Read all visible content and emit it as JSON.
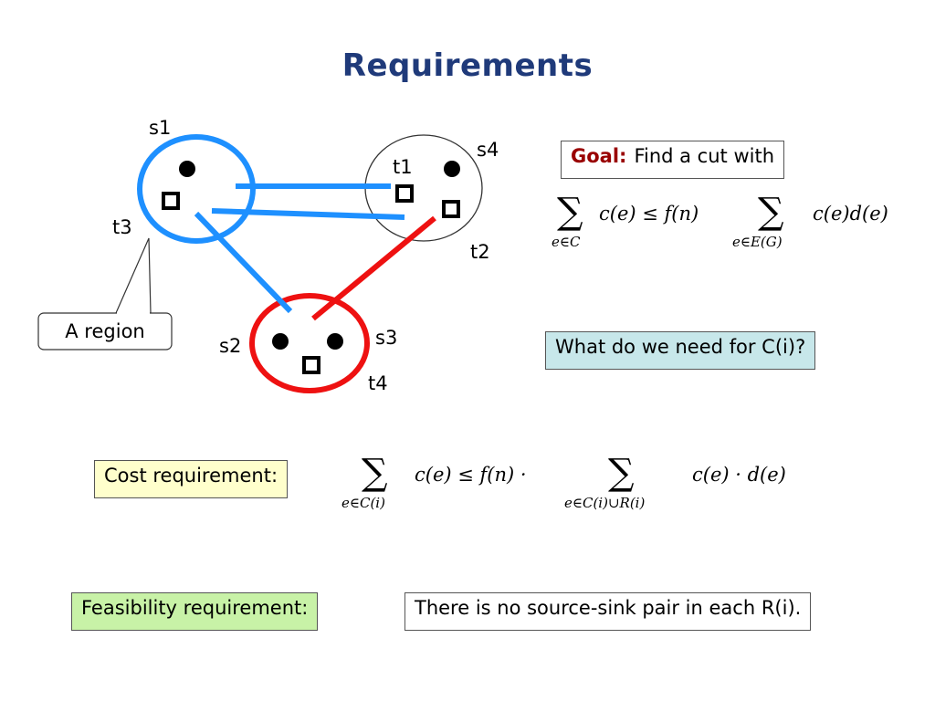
{
  "slide": {
    "title": "Requirements"
  },
  "diagram": {
    "labels": {
      "s1": "s1",
      "s2": "s2",
      "s3": "s3",
      "s4": "s4",
      "t1": "t1",
      "t2": "t2",
      "t3": "t3",
      "t4": "t4"
    },
    "callout": "A region",
    "colors": {
      "blue_region": "#1e90ff",
      "red_region": "#ee1111",
      "neutral_region": "#333333"
    }
  },
  "goal": {
    "prefix": "Goal:",
    "text": "Find a cut with"
  },
  "goal_formula": {
    "sum1_sub": "e∈C",
    "lhs": "c(e) ≤ f(n)",
    "sum2_sub": "e∈E(G)",
    "rhs": "c(e)d(e)"
  },
  "question": "What do we need for C(i)?",
  "cost": {
    "label": "Cost requirement:",
    "sum1_sub": "e∈C(i)",
    "lhs": "c(e) ≤ f(n) ·",
    "sum2_sub": "e∈C(i)∪R(i)",
    "rhs": "c(e) · d(e)"
  },
  "feasibility": {
    "label": "Feasibility requirement:",
    "text": "There is no source-sink pair in each R(i)."
  }
}
